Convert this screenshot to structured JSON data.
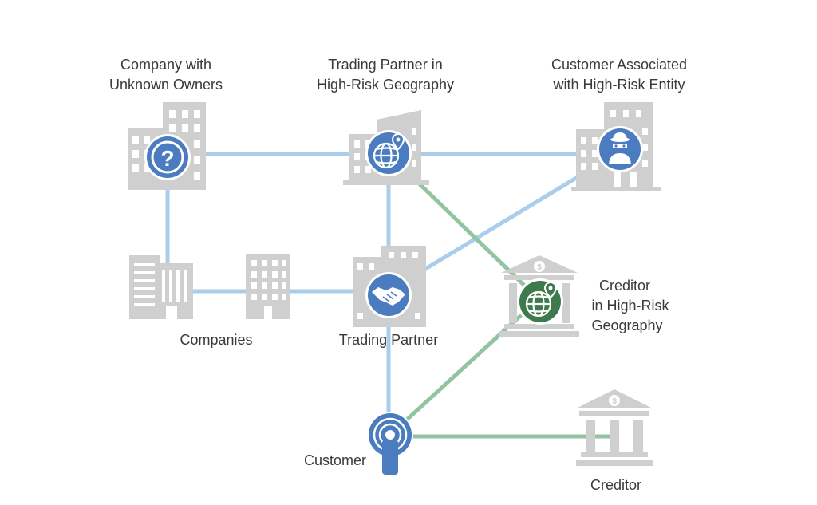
{
  "nodes": {
    "unknown_owners": {
      "label_line1": "Company with",
      "label_line2": "Unknown Owners",
      "icon": "question-icon"
    },
    "tp_high_risk": {
      "label_line1": "Trading Partner in",
      "label_line2": "High-Risk Geography",
      "icon": "globe-pin-icon"
    },
    "cust_high_risk": {
      "label_line1": "Customer Associated",
      "label_line2": "with High-Risk Entity",
      "icon": "masked-person-icon"
    },
    "companies": {
      "label": "Companies"
    },
    "trading_partner": {
      "label": "Trading  Partner",
      "icon": "handshake-icon"
    },
    "creditor_high_risk": {
      "label_line1": "Creditor",
      "label_line2": "in High-Risk",
      "label_line3": "Geography",
      "icon": "globe-pin-icon"
    },
    "customer": {
      "label": "Customer",
      "icon": "person-icon"
    },
    "creditor": {
      "label": "Creditor",
      "icon": "bank-icon"
    }
  },
  "colors": {
    "blue_edge": "#a9cdea",
    "green_edge": "#93c4a2",
    "blue_circle": "#4a7cbf",
    "green_circle": "#3d7a4c",
    "building": "#cfcfcf"
  }
}
